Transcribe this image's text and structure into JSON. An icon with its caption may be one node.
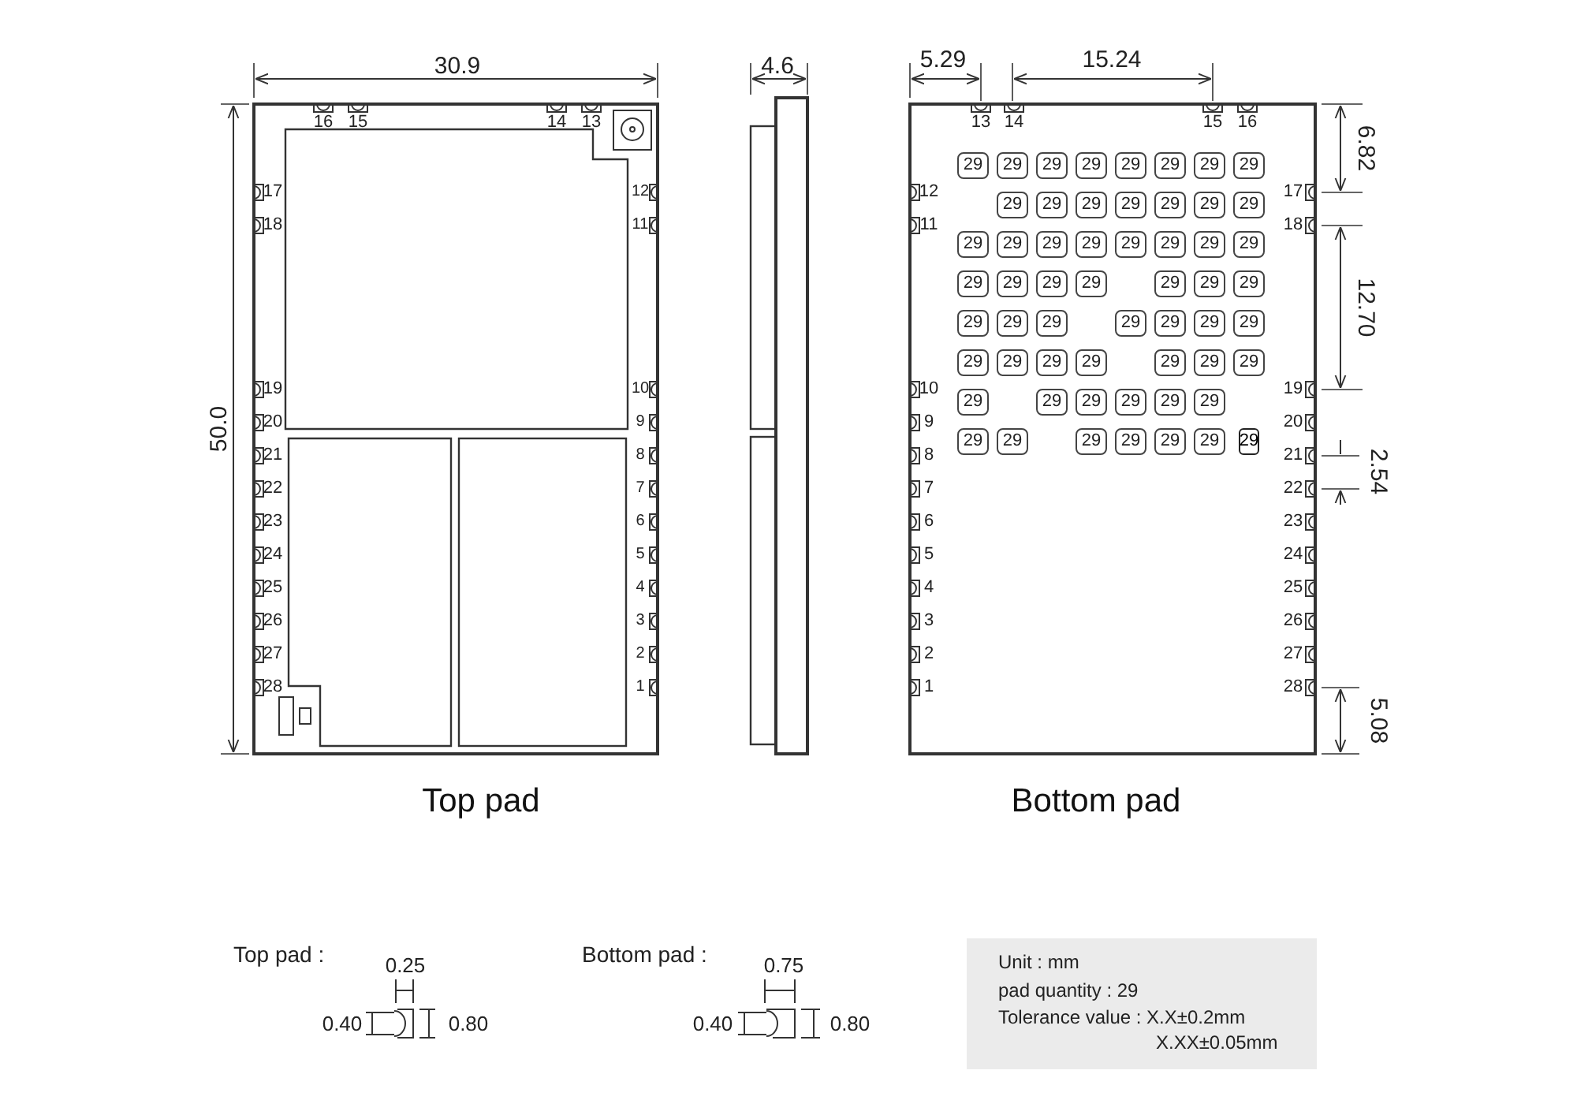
{
  "diagram": {
    "labels": [
      "30.9",
      "4.6",
      "5.29",
      "15.24",
      "16",
      "15",
      "14",
      "13",
      "13",
      "14",
      "15",
      "16",
      "17",
      "18",
      "19",
      "20",
      "21",
      "22",
      "23",
      "24",
      "25",
      "26",
      "27",
      "28",
      "12",
      "11",
      "10",
      "9",
      "8",
      "7",
      "6",
      "5",
      "4",
      "3",
      "2",
      "1",
      "50.0",
      "12",
      "11",
      "10",
      "9",
      "8",
      "7",
      "6",
      "5",
      "4",
      "3",
      "2",
      "1",
      "17",
      "18",
      "19",
      "20",
      "21",
      "22",
      "23",
      "24",
      "25",
      "26",
      "27",
      "28",
      "6.82",
      "12.70",
      "2.54",
      "5.08",
      "29",
      "29",
      "29",
      "29",
      "29",
      "29",
      "29",
      "29",
      "29",
      "29",
      "29",
      "29",
      "29",
      "29",
      "29",
      "29",
      "29",
      "29",
      "29",
      "29",
      "29",
      "29",
      "29",
      "29",
      "29",
      "29",
      "29",
      "29",
      "29",
      "29",
      "29",
      "29",
      "29",
      "29",
      "29",
      "29",
      "29",
      "29",
      "29",
      "29",
      "29",
      "29",
      "29",
      "29",
      "29",
      "29",
      "29",
      "29",
      "29",
      "29",
      "29",
      "29",
      "29",
      "29",
      "29",
      "29",
      "29",
      "Top pad",
      "Bottom pad",
      "Top pad :",
      "0.25",
      "0.40",
      "0.80",
      "Bottom pad :",
      "0.75",
      "0.40",
      "0.80",
      "Unit : mm",
      "pad quantity : 29",
      "Tolerance value : X.X±0.2mm",
      "X.XX±0.05mm"
    ]
  }
}
